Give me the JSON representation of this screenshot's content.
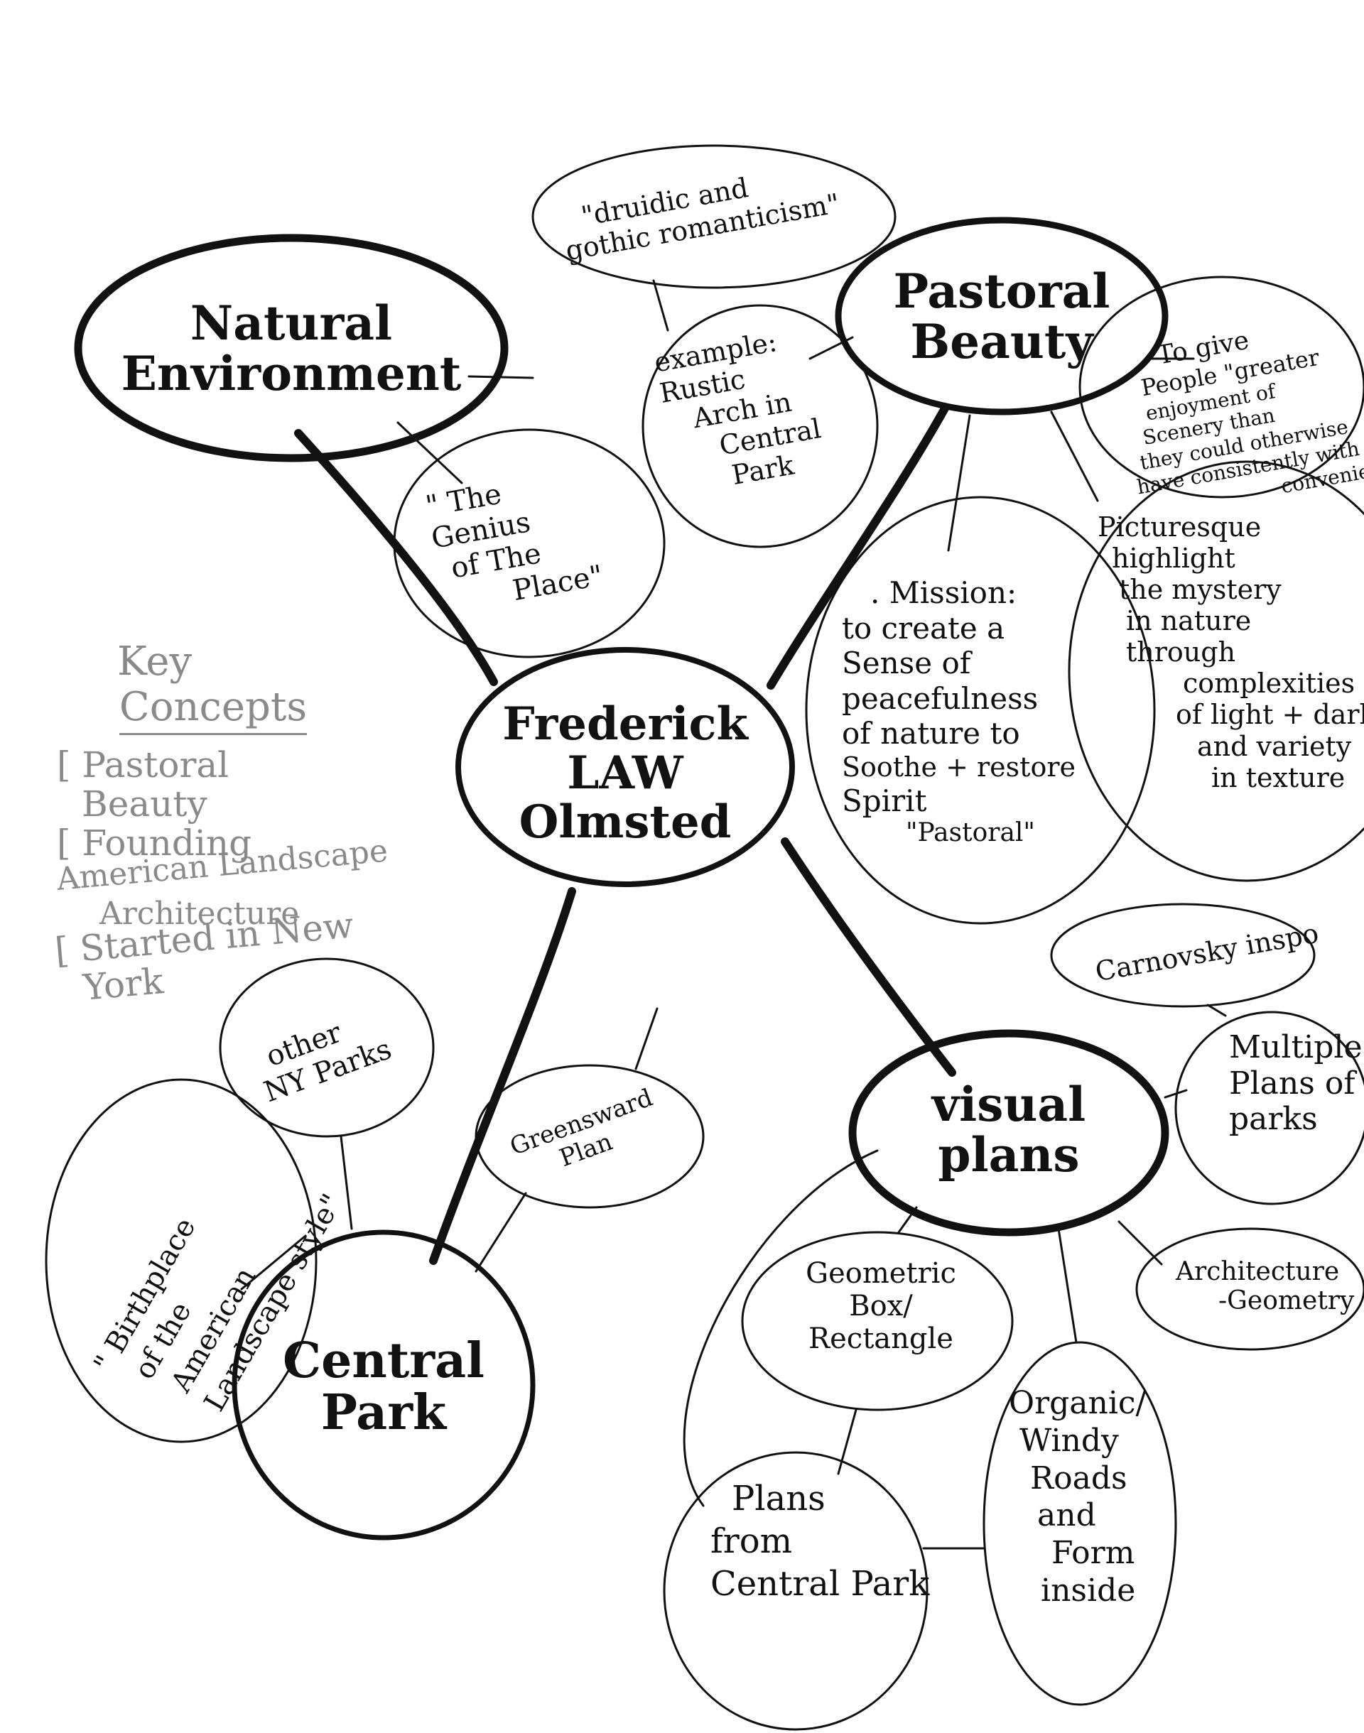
{
  "center": {
    "line1": "Frederick",
    "line2": "LAW",
    "line3": "Olmsted"
  },
  "main_nodes": {
    "natural_environment": {
      "line1": "Natural",
      "line2": "Environment"
    },
    "pastoral_beauty": {
      "line1": "Pastoral",
      "line2": "Beauty"
    },
    "central_park": {
      "line1": "Central",
      "line2": "Park"
    },
    "visual_plans": {
      "line1": "visual",
      "line2": "plans"
    }
  },
  "notes": {
    "genius": {
      "line1": "\" The",
      "line2": "Genius",
      "line3": "of The",
      "line4": "Place\""
    },
    "druidic": {
      "line1": "\"druidic and",
      "line2": "gothic romanticism\""
    },
    "rustic_arch": {
      "line1": "example:",
      "line2": "Rustic",
      "line3": "Arch in",
      "line4": "Central",
      "line5": "Park"
    },
    "to_give": {
      "line1": "To give",
      "line2": "People \"greater",
      "line3": "enjoyment of",
      "line4": "Scenery than",
      "line5": "they could otherwise",
      "line6": "have consistently with",
      "line7": "convenience\""
    },
    "mission": {
      "line1": ". Mission:",
      "line2": "to create a",
      "line3": "Sense of",
      "line4": "peacefulness",
      "line5": "of nature to",
      "line6": "Soothe + restore",
      "line7": "Spirit",
      "line8": "\"Pastoral\""
    },
    "picturesque": {
      "line1": "Picturesque",
      "line2": "highlight",
      "line3": "the mystery",
      "line4": "in nature",
      "line5": "through",
      "line6": "complexities",
      "line7": "of light + dark",
      "line8": "and variety",
      "line9": "in texture"
    },
    "carnovsky": {
      "line1": "Carnovsky inspo"
    },
    "multiple_plans": {
      "line1": "Multiple",
      "line2": "Plans of",
      "line3": "parks"
    },
    "architecture": {
      "line1": "Architecture",
      "line2": "-Geometry"
    },
    "geometric": {
      "line1": "Geometric",
      "line2": "Box/",
      "line3": "Rectangle"
    },
    "organic": {
      "line1": "Organic/",
      "line2": "Windy",
      "line3": "Roads",
      "line4": "and",
      "line5": "Form",
      "line6": "inside"
    },
    "plans_from": {
      "line1": "Plans",
      "line2": "from",
      "line3": "Central Park"
    },
    "greensward": {
      "line1": "Greensward",
      "line2": "Plan"
    },
    "other_ny": {
      "line1": "other",
      "line2": "NY Parks"
    },
    "birthplace": {
      "line1": "\" Birthplace",
      "line2": "of the",
      "line3": "American",
      "line4": "Landscape style\""
    }
  },
  "key_concepts": {
    "title_line1": "Key",
    "title_line2": "Concepts",
    "items": [
      {
        "line1": "[ Pastoral",
        "line2": "Beauty"
      },
      {
        "line1": "[ Founding",
        "line2": "American Landscape",
        "line3": "Architecture"
      },
      {
        "line1": "[ Started in New",
        "line2": "York"
      }
    ]
  }
}
